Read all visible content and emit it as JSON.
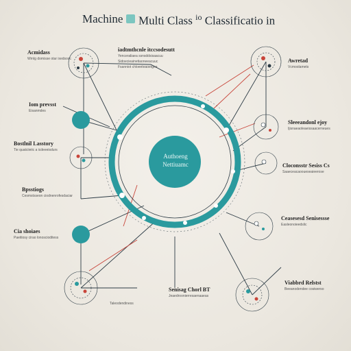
{
  "title": {
    "part1": "Machine",
    "part2": "Multi Class",
    "part3": "io",
    "part4": "Classificatio in"
  },
  "colors": {
    "teal": "#2a9a9e",
    "teal_dark": "#1c7f83",
    "red": "#c8453a",
    "ink": "#2b3a44",
    "bg": "#eeebe4"
  },
  "center": {
    "line1": "Authoeng",
    "line2": "Nettiuamc"
  },
  "labels": [
    {
      "id": "a",
      "heading": "Acmidass",
      "sub": "Wrnlg domisse otar ixedsosc"
    },
    {
      "id": "b",
      "heading": "Iom prevsst",
      "sub": "Eisanmdes"
    },
    {
      "id": "c",
      "heading": "Bostlnil Lasstory",
      "sub": "Tie quatciieiic a icdeeeisdurs"
    },
    {
      "id": "d",
      "heading": "Bpsstiogs",
      "sub": "Cesmstsseon ciodnenrofesdaciar"
    },
    {
      "id": "e",
      "heading": "Cia shoiaes",
      "sub": "Paeitiosy cirao lonoscioditess"
    },
    {
      "id": "f",
      "heading": "iadtmthcnle itccsodesutt",
      "sub1": "Yenceraliaea ssnsddsisaacuu",
      "sub2": "Sidoecieainetiaoneeacuuc",
      "sub3": "Fsanniot chloeeteaoetgea"
    },
    {
      "id": "g",
      "heading": "Awretad",
      "sub": "Vcmoolamets"
    },
    {
      "id": "h",
      "heading": "Sleeeandonl ejoy",
      "sub": "Ijisnaeaoleaeissaacerneues"
    },
    {
      "id": "i",
      "heading": "Cloconsstr Sesiss Cs",
      "sub": "Saaeceacaooueseaieerose"
    },
    {
      "id": "j",
      "heading": "Ceasesesd Senisessse",
      "sub": "Easleonoieedslic"
    },
    {
      "id": "k",
      "heading": "Viabbrd Relstst",
      "sub": "Beeanodendee cosiwerso"
    },
    {
      "id": "l",
      "heading": "Senisag Chorl BT",
      "sub": "Jeaedroonierresaenaaeas"
    },
    {
      "id": "m",
      "heading": "",
      "sub": "Taleodendiness"
    }
  ]
}
